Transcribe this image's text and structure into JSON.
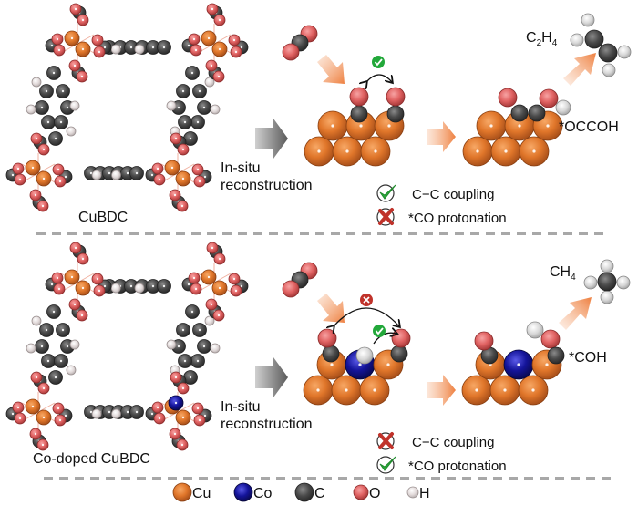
{
  "panels": [
    {
      "id": "top",
      "material_label": "CuBDC",
      "process_label_line1": "In-situ",
      "process_label_line2": "reconstruction",
      "intermediate_label": "*OCCOH",
      "product": {
        "base": "C",
        "sub1": "2",
        "mid": "H",
        "sub2": "4"
      },
      "arrow_badge": "check",
      "outcomes": [
        {
          "status": "check",
          "text": "C−C coupling"
        },
        {
          "status": "cross",
          "text": "*CO protonation"
        }
      ]
    },
    {
      "id": "bottom",
      "material_label": "Co-doped CuBDC",
      "process_label_line1": "In-situ",
      "process_label_line2": "reconstruction",
      "intermediate_label": "*COH",
      "product": {
        "base": "CH",
        "sub1": "4"
      },
      "arrow_badges": [
        "cross",
        "check"
      ],
      "outcomes": [
        {
          "status": "cross",
          "text": "C−C coupling"
        },
        {
          "status": "check",
          "text": "*CO protonation"
        }
      ]
    }
  ],
  "legend": [
    {
      "label": "Cu",
      "color": "#e07a2c"
    },
    {
      "label": "Co",
      "color": "#1a1aa8"
    },
    {
      "label": "C",
      "color": "#555555"
    },
    {
      "label": "O",
      "color": "#e36a6a"
    },
    {
      "label": "H",
      "color": "#f0e6e6"
    }
  ],
  "colors": {
    "cu": "#e07a2c",
    "co": "#121296",
    "c": "#4a4a4a",
    "o": "#e06464",
    "h_mof": "#efe3e3",
    "h_mol": "#dcdcdc",
    "check": "#22a83a",
    "cross": "#c0322a",
    "arrow_orange": "#f08a4a",
    "arrow_gray": "#6a6a6a",
    "divider": "#a8a8a8"
  }
}
